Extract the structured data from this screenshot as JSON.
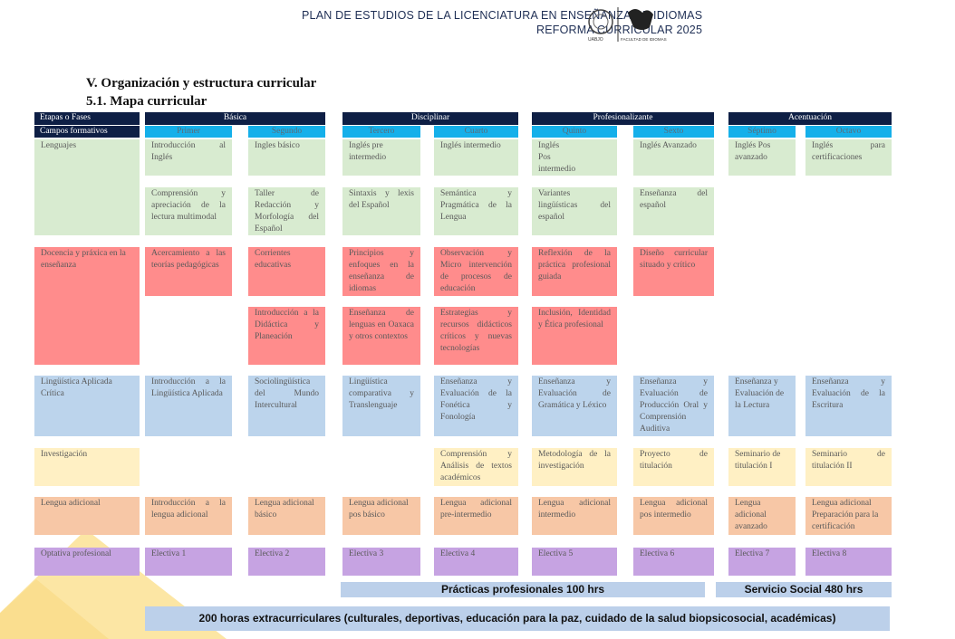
{
  "header": {
    "line1": "PLAN DE ESTUDIOS DE LA LICENCIATURA EN ENSEÑANZA DE IDIOMAS",
    "line2": "REFORMA CURRICULAR 2025",
    "logo_left_text": "UABJO",
    "logo_right_text": "FACULTAD DE IDIOMAS"
  },
  "section": {
    "title": "V. Organización y estructura curricular",
    "subtitle": "5.1. Mapa curricular"
  },
  "table": {
    "corner_top": "Etapas o Fases",
    "corner_bottom": "Campos formativos",
    "stages": [
      "Básica",
      "Disciplinar",
      "Profesionalizante",
      "Acentuación"
    ],
    "semesters": [
      "Primer",
      "Segundo",
      "Tercero",
      "Cuarto",
      "Quinto",
      "Sexto",
      "Séptimo",
      "Octavo"
    ],
    "fields": [
      "Lenguajes",
      "Docencia y práxica en la enseñanza",
      "Lingüística Aplicada Crítica",
      "Investigación",
      "Lengua adicional",
      "Optativa profesional"
    ],
    "courses": {
      "leng_1": "Introducción al Inglés",
      "leng_2": "Ingles básico",
      "leng_3": "Inglés pre intermedio",
      "leng_4": "Inglés intermedio",
      "leng_5": "Inglés Pos intermedio",
      "leng_6": "Inglés Avanzado",
      "leng_7": "Inglés Pos avanzado",
      "leng_8": "Inglés para certificaciones",
      "leng2_1": "Comprensión y apreciación de la lectura multimodal",
      "leng2_2": "Taller de Redacción y Morfología del Español",
      "leng2_3": "Sintaxis y lexis del Español",
      "leng2_4": "Semántica y Pragmática de la Lengua",
      "leng2_5": "Variantes lingüísticas del español",
      "leng2_6": "Enseñanza del español",
      "doc_1": "Acercamiento a las teorías pedagógicas",
      "doc_2": "Corrientes educativas",
      "doc_3": "Principios y enfoques en la enseñanza de idiomas",
      "doc_4": "Observación y Micro intervención de procesos de educación",
      "doc_5": "Reflexión de la práctica profesional guiada",
      "doc_6": "Diseño curricular situado y crítico",
      "doc2_2": "Introducción a la Didáctica y Planeación",
      "doc2_3": "Enseñanza de lenguas en Oaxaca y otros contextos",
      "doc2_4": "Estrategias y recursos didácticos críticos y nuevas tecnologías",
      "doc2_5": "Inclusión, Identidad y Ética profesional",
      "ling_1": "Introducción a la Lingüística Aplicada",
      "ling_2": "Sociolingüística del Mundo Intercultural",
      "ling_3": "Lingüística comparativa y Translenguaje",
      "ling_4": "Enseñanza y Evaluación de la Fonética y Fonología",
      "ling_5": "Enseñanza y Evaluación de Gramática y Léxico",
      "ling_6": "Enseñanza y Evaluación de Producción Oral y Comprensión Auditiva",
      "ling_7": "Enseñanza y Evaluación de la Lectura",
      "ling_8": "Enseñanza y Evaluación de la Escritura",
      "inv_4": "Comprensión y Análisis de textos académicos",
      "inv_5": "Metodología de la investigación",
      "inv_6": "Proyecto de titulación",
      "inv_7": "Seminario de titulación I",
      "inv_8": "Seminario de titulación II",
      "la_1": "Introducción a la lengua adicional",
      "la_2": "Lengua adicional básico",
      "la_3": "Lengua adicional pos básico",
      "la_4": "Lengua adicional pre-intermedio",
      "la_5": "Lengua adicional intermedio",
      "la_6": "Lengua adicional pos intermedio",
      "la_7": "Lengua adicional avanzado",
      "la_8": "Lengua adicional Preparación para la certificación",
      "opt_1": "Electiva 1",
      "opt_2": "Electiva 2",
      "opt_3": "Electiva 3",
      "opt_4": "Electiva 4",
      "opt_5": "Electiva 5",
      "opt_6": "Electiva 6",
      "opt_7": "Electiva 7",
      "opt_8": "Electiva 8"
    },
    "practicas": "Prácticas profesionales 100 hrs",
    "servicio": "Servicio Social 480 hrs",
    "extracurriculares": "200 horas extracurriculares (culturales, deportivas, educación para la paz, cuidado de la salud biopsicosocial, académicas)"
  },
  "colors": {
    "header_navy": "#0e1f45",
    "semester_blue": "#15b0ea",
    "lenguajes": "#d8ebd0",
    "docencia": "#ff8c8c",
    "linguistica": "#bcd4ec",
    "investigacion": "#fff0c4",
    "lengua_adicional": "#f7c7a6",
    "optativa": "#c6a3e2",
    "decor_triangle": "#fce6a4"
  }
}
